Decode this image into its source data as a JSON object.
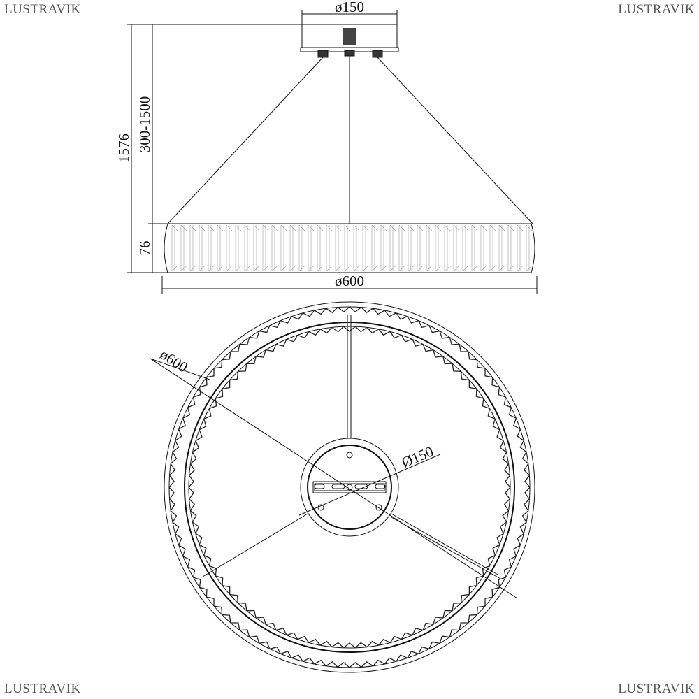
{
  "brand": {
    "logo_text": "LUSTRAVIK"
  },
  "side_view": {
    "canopy_diameter": "ø150",
    "total_height": "1576",
    "cable_length": "300-1500",
    "ring_height": "76",
    "ring_diameter": "ø600"
  },
  "top_view": {
    "ring_diameter": "ø600",
    "canopy_diameter": "Ø150"
  }
}
